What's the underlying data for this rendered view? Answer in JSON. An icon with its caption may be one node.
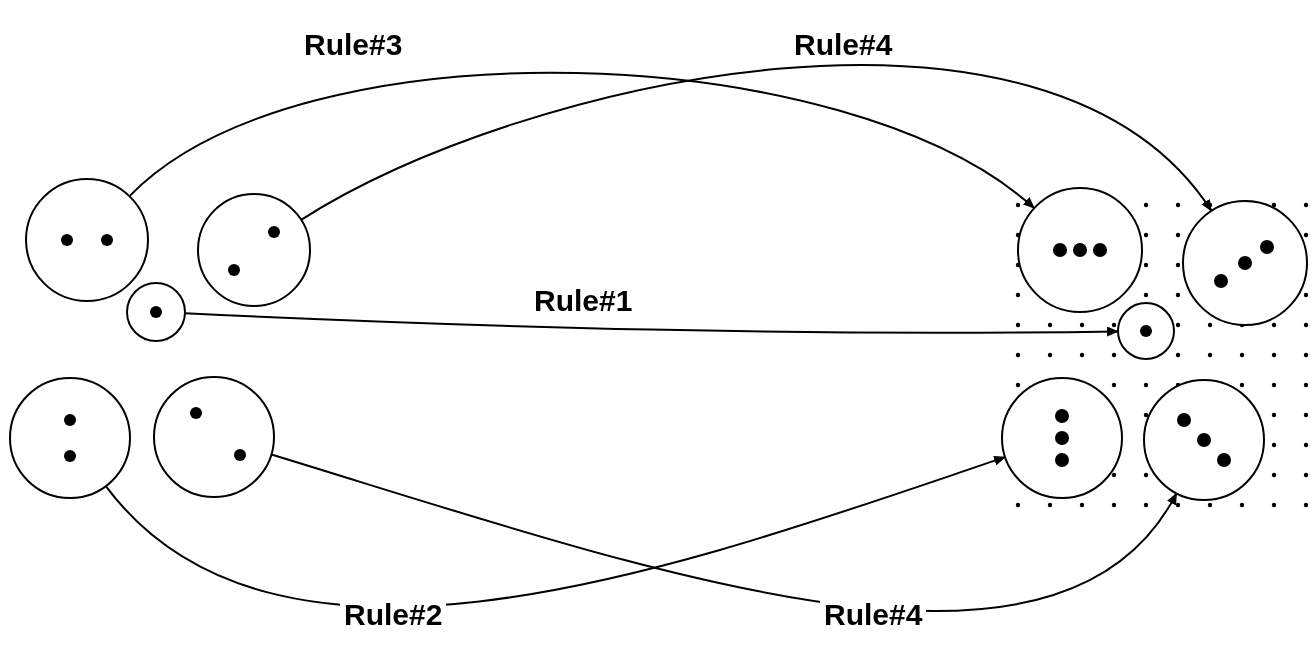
{
  "diagram": {
    "nodes": [
      {
        "text": [],
        "shape": "circle"
      },
      {
        "text": [],
        "shape": "circle"
      },
      {
        "text": [],
        "shape": "circle"
      },
      {
        "text": [],
        "shape": "circle"
      },
      {
        "text": [],
        "shape": "circle"
      },
      {
        "text": [],
        "shape": "circle"
      },
      {
        "text": [],
        "shape": "circle"
      },
      {
        "text": [],
        "shape": "circle"
      },
      {
        "text": [],
        "shape": "circle"
      },
      {
        "text": [],
        "shape": "circle"
      }
    ],
    "edges": [
      {
        "from": 0,
        "to": 5,
        "arrow": "to",
        "label": "Rule#3"
      },
      {
        "from": 1,
        "to": 6,
        "arrow": "to",
        "label": "Rule#4"
      },
      {
        "from": 2,
        "to": 7,
        "arrow": "to",
        "label": "Rule#1"
      },
      {
        "from": 3,
        "to": 8,
        "arrow": "to",
        "label": "Rule#2"
      },
      {
        "from": 4,
        "to": 9,
        "arrow": "to",
        "label": "Rule#4"
      }
    ]
  }
}
